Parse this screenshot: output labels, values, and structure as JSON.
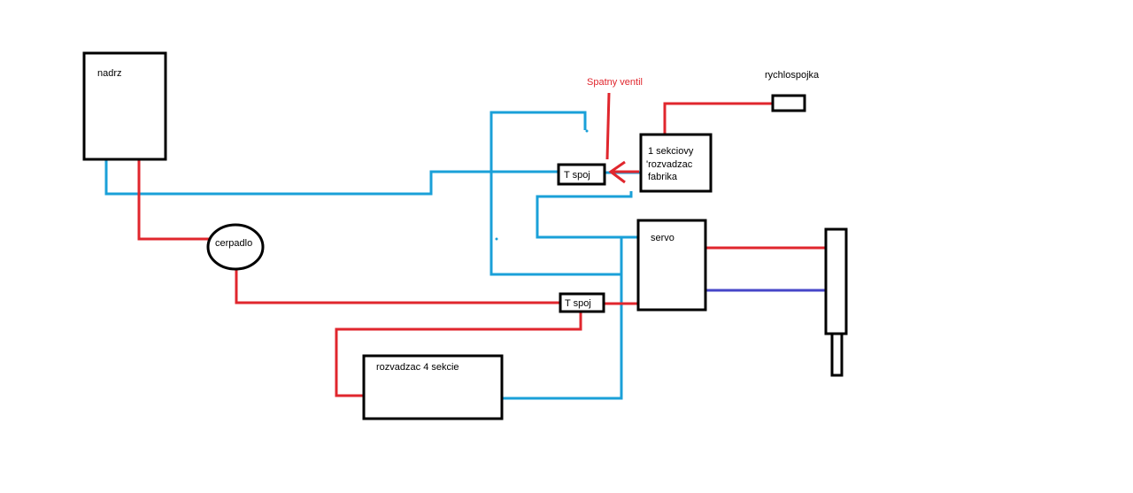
{
  "colors": {
    "supply": "#e0262d",
    "return": "#1aa0d8",
    "cylinder_b": "#4646c8",
    "annotation": "#e0262d",
    "outline": "#000000"
  },
  "labels": {
    "tank": "nadrz",
    "pump": "cerpadlo",
    "valve_block": "rozvadzac 4 sekcie",
    "tee_top": "T spoj",
    "tee_bottom": "T spoj",
    "section_valve": [
      "1 sekciovy",
      "'rozvadzac",
      "fabrika"
    ],
    "servo": "servo",
    "quick_coupling": "rychlospojka",
    "check_valve": "Spatny ventil"
  }
}
